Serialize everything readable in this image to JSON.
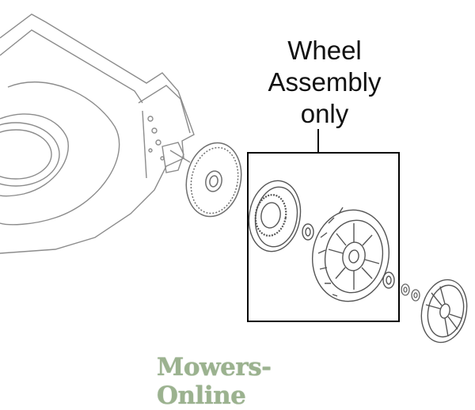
{
  "callout": {
    "line1": "Wheel",
    "line2": "Assembly",
    "line3": "only"
  },
  "watermark": {
    "text": "Mowers-Online",
    "color": "#9bb28f"
  },
  "colors": {
    "line_art": "#888888",
    "callout_box": "#000000"
  }
}
